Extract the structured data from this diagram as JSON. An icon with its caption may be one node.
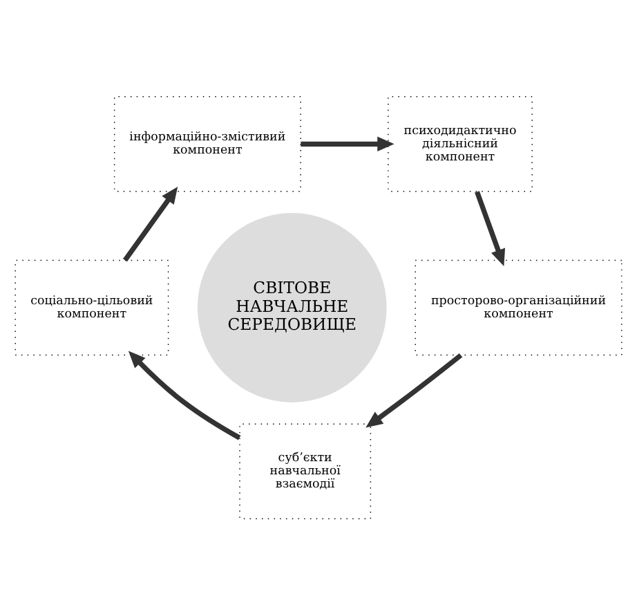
{
  "diagram": {
    "nodes": [
      {
        "text": [
          "інформаційно-змістивий компонент"
        ]
      },
      {
        "text": [
          "психодидактично діяльнісний компонент"
        ]
      },
      {
        "text": [
          "соціально-цільовий компонент"
        ]
      },
      {
        "text": [
          "СВІТОВЕ НАВЧАЛЬНЕ СЕРЕДОВИЩЕ"
        ]
      },
      {
        "text": [
          "просторово-організаційний компонент"
        ]
      },
      {
        "text": [
          "суб’єкти навчальної взаємодії"
        ]
      }
    ],
    "edges": [
      {
        "from": 0,
        "to": 1,
        "arrow": "to"
      },
      {
        "from": 1,
        "to": 4,
        "arrow": "to"
      },
      {
        "from": 4,
        "to": 5,
        "arrow": "to"
      },
      {
        "from": 5,
        "to": 2,
        "arrow": "to"
      },
      {
        "from": 2,
        "to": 0,
        "arrow": "to"
      }
    ]
  }
}
